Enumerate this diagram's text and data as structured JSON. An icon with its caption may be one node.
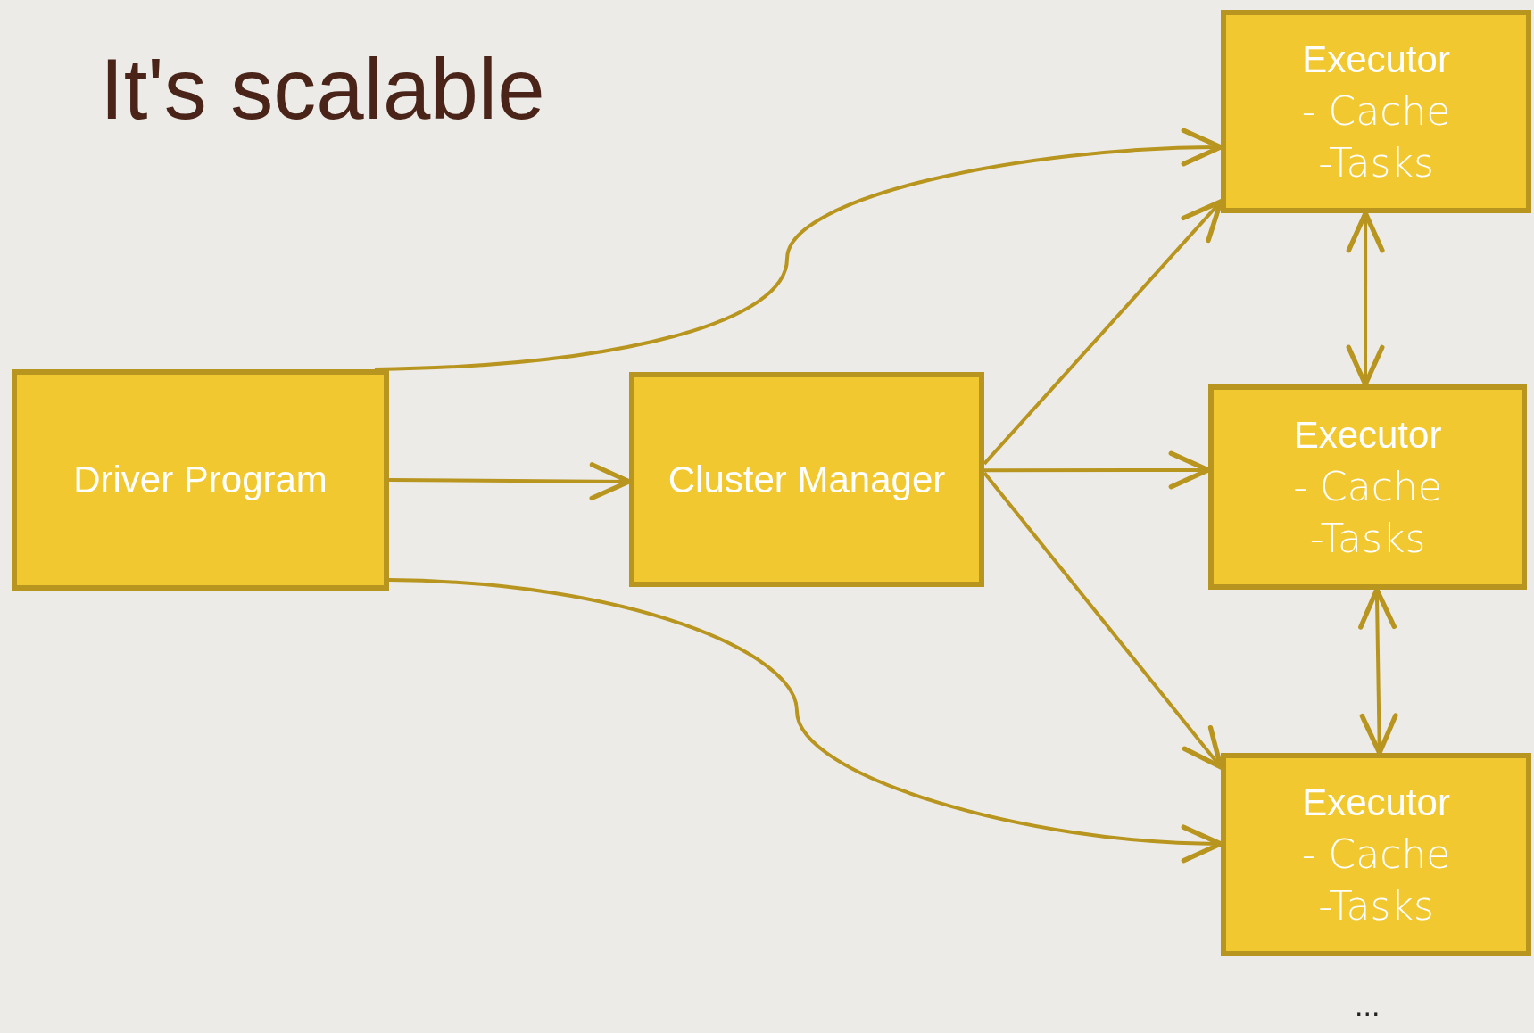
{
  "diagram": {
    "title": "It's scalable",
    "nodes": [
      {
        "text": [
          "Driver Program"
        ]
      },
      {
        "text": [
          "Cluster Manager"
        ]
      },
      {
        "text": [
          "Executor",
          "- Cache",
          "-Tasks"
        ]
      },
      {
        "text": [
          "Executor",
          "- Cache",
          "-Tasks"
        ]
      },
      {
        "text": [
          "Executor",
          "- Cache",
          "-Tasks"
        ]
      }
    ],
    "edges": [
      {
        "from": 0,
        "to": 2,
        "arrow": "to"
      },
      {
        "from": 0,
        "to": 1,
        "arrow": "to"
      },
      {
        "from": 0,
        "to": 4,
        "arrow": "to"
      },
      {
        "from": 1,
        "to": 2,
        "arrow": "to"
      },
      {
        "from": 1,
        "to": 3,
        "arrow": "to"
      },
      {
        "from": 1,
        "to": 4,
        "arrow": "to"
      },
      {
        "from": 2,
        "to": 3,
        "arrow": "both"
      },
      {
        "from": 3,
        "to": 4,
        "arrow": "both"
      }
    ],
    "labels": [
      "..."
    ]
  }
}
